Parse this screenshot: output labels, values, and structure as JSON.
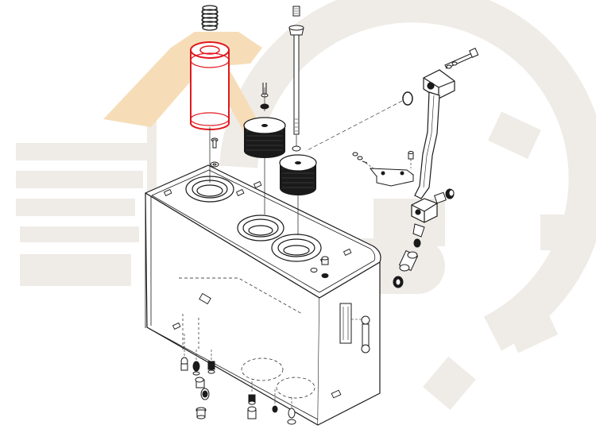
{
  "diagram": {
    "kind": "exploded-parts-view",
    "subject": "hydraulic-tank-assembly",
    "highlight_color": "#e0191f",
    "line_color": "#1a1a1a",
    "watermark_color": "#f0ece6",
    "watermark_accent": "#f7dcb4",
    "highlighted_part": "filter-element"
  }
}
